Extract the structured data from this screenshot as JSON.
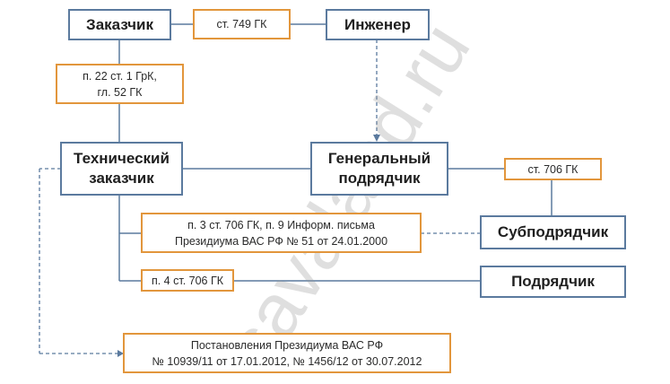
{
  "entities": {
    "customer": "Заказчик",
    "engineer": "Инженер",
    "technical_customer": [
      "Технический",
      "заказчик"
    ],
    "general_contractor": [
      "Генеральный",
      "подрядчик"
    ],
    "subcontractor": "Субподрядчик",
    "contractor": "Подрядчик"
  },
  "refs": {
    "art749": "ст. 749 ГК",
    "art22": [
      "п. 22 ст. 1 ГрК,",
      "гл.  52 ГК"
    ],
    "art706": "ст. 706 ГК",
    "info_letter": [
      "п. 3 ст. 706 ГК, п. 9 Информ. письма",
      "Президиума  ВАС РФ № 51 от 24.01.2000"
    ],
    "art706p4": "п. 4 ст. 706 ГК",
    "resolutions": [
      "Постановления  Президиума ВАС РФ",
      "№ 10939/11 от 17.01.2012, № 1456/12 от 30.07.2012"
    ]
  },
  "watermark": "savaland.ru",
  "colors": {
    "entity_border": "#5b7a9e",
    "ref_border": "#e2963c",
    "connector": "#5b7a9e"
  }
}
